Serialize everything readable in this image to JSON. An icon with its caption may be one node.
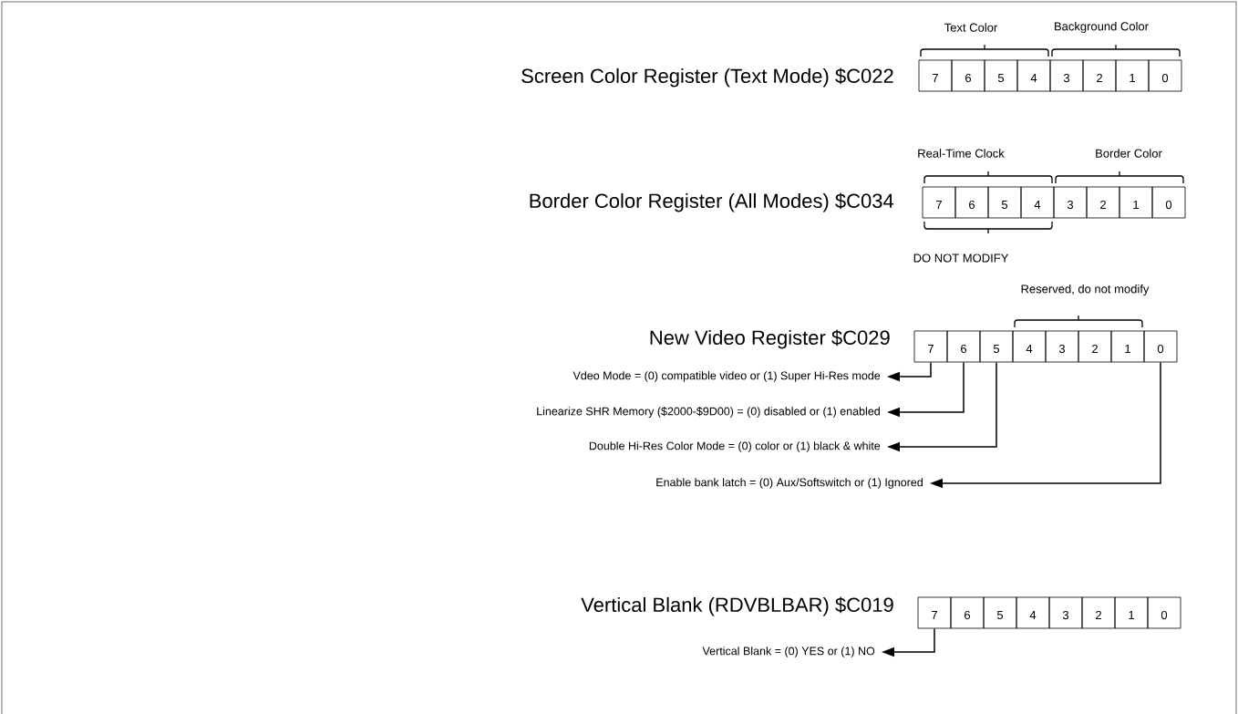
{
  "diagram": {
    "nodes": [
      {
        "text": [
          "7"
        ]
      },
      {
        "text": [
          "6"
        ]
      },
      {
        "text": [
          "5"
        ]
      },
      {
        "text": [
          "4"
        ]
      },
      {
        "text": [
          "3"
        ]
      },
      {
        "text": [
          "2"
        ]
      },
      {
        "text": [
          "1"
        ]
      },
      {
        "text": [
          "0"
        ]
      },
      {
        "text": [
          "7"
        ]
      },
      {
        "text": [
          "6"
        ]
      },
      {
        "text": [
          "5"
        ]
      },
      {
        "text": [
          "4"
        ]
      },
      {
        "text": [
          "3"
        ]
      },
      {
        "text": [
          "2"
        ]
      },
      {
        "text": [
          "1"
        ]
      },
      {
        "text": [
          "0"
        ]
      },
      {
        "text": [
          "7"
        ]
      },
      {
        "text": [
          "6"
        ]
      },
      {
        "text": [
          "5"
        ]
      },
      {
        "text": [
          "4"
        ]
      },
      {
        "text": [
          "3"
        ]
      },
      {
        "text": [
          "2"
        ]
      },
      {
        "text": [
          "1"
        ]
      },
      {
        "text": [
          "0"
        ]
      },
      {
        "text": [
          "Vdeo Mode = (0) compatible video or (1) Super Hi-Res mode"
        ]
      },
      {
        "text": [
          "Linearize SHR Memory ($2000-$9D00) = (0) disabled or (1) enabled"
        ]
      },
      {
        "text": [
          "Double Hi-Res Color Mode = (0) color or (1) black & white"
        ]
      },
      {
        "text": [
          "Enable bank latch = (0) Aux/Softswitch or (1) Ignored"
        ]
      },
      {
        "text": [
          "7"
        ]
      },
      {
        "text": [
          "6"
        ]
      },
      {
        "text": [
          "5"
        ]
      },
      {
        "text": [
          "4"
        ]
      },
      {
        "text": [
          "3"
        ]
      },
      {
        "text": [
          "2"
        ]
      },
      {
        "text": [
          "1"
        ]
      },
      {
        "text": [
          "0"
        ]
      },
      {
        "text": [
          "Vertical Blank = (0) YES or (1) NO"
        ]
      }
    ],
    "edges": [
      {
        "from": 16,
        "to": 24,
        "arrow": "to"
      },
      {
        "from": 17,
        "to": 25,
        "arrow": "to"
      },
      {
        "from": 18,
        "to": 26,
        "arrow": "to"
      },
      {
        "from": 23,
        "to": 27,
        "arrow": "to"
      },
      {
        "from": 28,
        "to": 36,
        "arrow": "to"
      }
    ],
    "labels": [
      "Text Color",
      "Background Color",
      "Screen Color Register (Text Mode)  $C022",
      "Real-Time Clock",
      "Border Color",
      "Border Color Register (All Modes)  $C034",
      "DO NOT MODIFY",
      "Reserved, do not modify",
      "New Video Register  $C029",
      "Vertical Blank (RDVBLBAR)  $C019"
    ]
  }
}
